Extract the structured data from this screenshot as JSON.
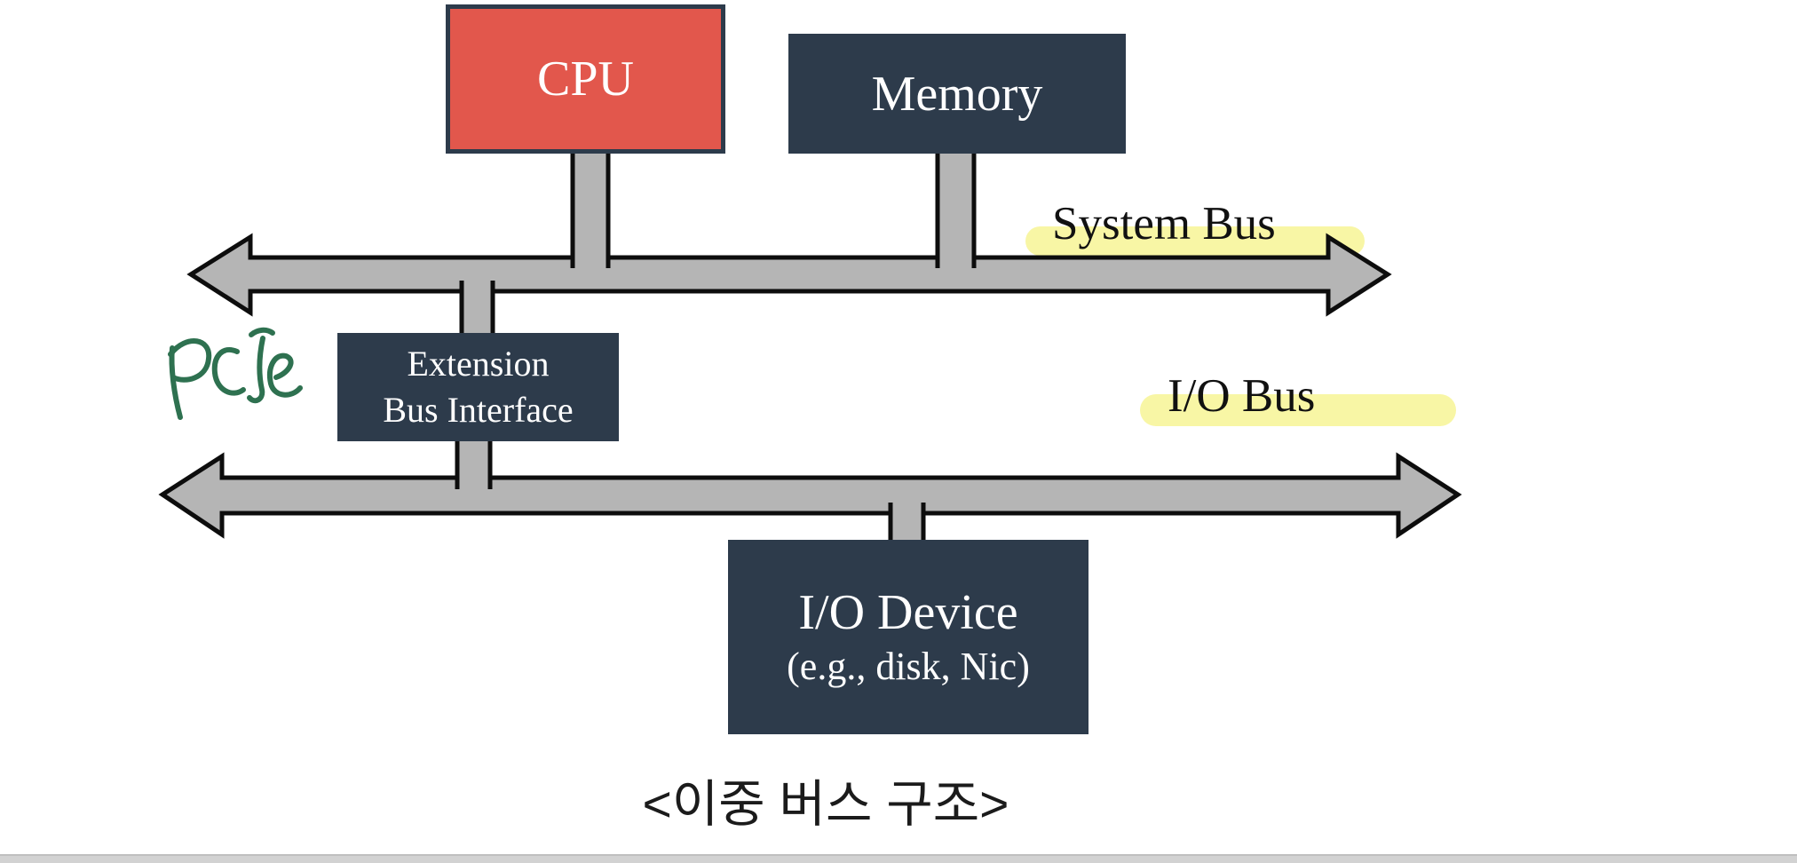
{
  "diagram": {
    "caption": "<이중 버스 구조>",
    "boxes": {
      "cpu": {
        "label": "CPU"
      },
      "memory": {
        "label": "Memory"
      },
      "extension": {
        "label_line1": "Extension",
        "label_line2": "Bus Interface"
      },
      "io_device": {
        "label_line1": "I/O Device",
        "label_line2": "(e.g., disk, Nic)"
      }
    },
    "buses": {
      "system_bus": {
        "label": "System Bus"
      },
      "io_bus": {
        "label": "I/O Bus"
      }
    },
    "annotations": {
      "pcie": "PCIe"
    },
    "colors": {
      "cpu_fill": "#e2574c",
      "box_fill": "#2d3b4b",
      "bus_fill": "#b5b5b5",
      "bus_outline": "#0d0d0d",
      "highlight_yellow": "#f8f6a5",
      "handwriting_green": "#2e7150",
      "caption_text": "#1b1b1b",
      "bottom_strip": "#d2d2d2"
    }
  }
}
